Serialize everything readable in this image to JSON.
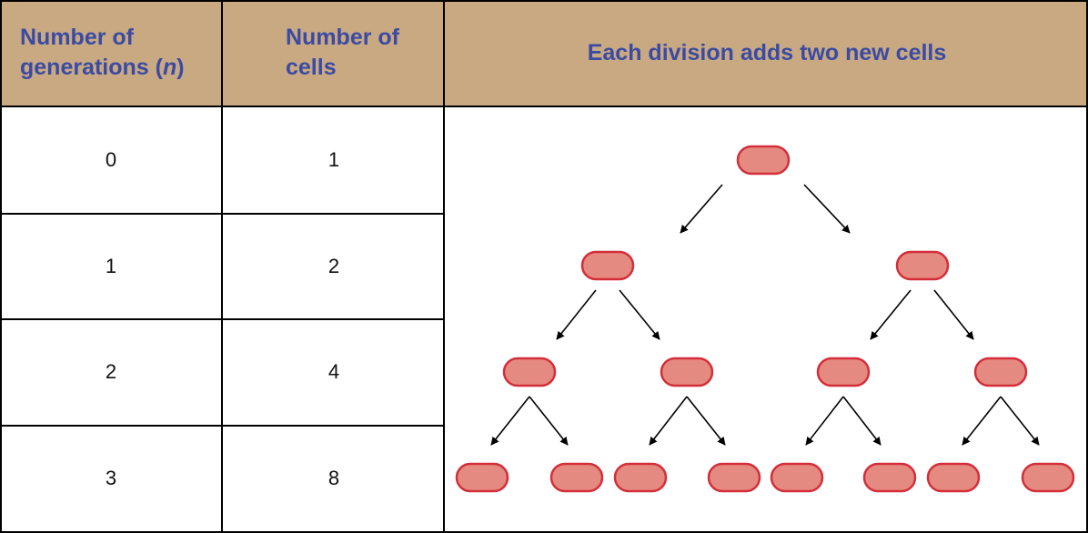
{
  "table": {
    "headers": {
      "generations_prefix": "Number of generations (",
      "generations_var": "n",
      "generations_suffix": ")",
      "cells": "Number of cells",
      "division": "Each division adds two new cells"
    },
    "rows": [
      {
        "generations": "0",
        "cells": "1"
      },
      {
        "generations": "1",
        "cells": "2"
      },
      {
        "generations": "2",
        "cells": "4"
      },
      {
        "generations": "3",
        "cells": "8"
      }
    ]
  },
  "colors": {
    "header_bg": "#c9a982",
    "header_text": "#3b4ba3",
    "cell_fill": "#e58a80",
    "cell_stroke": "#d42e3a"
  }
}
